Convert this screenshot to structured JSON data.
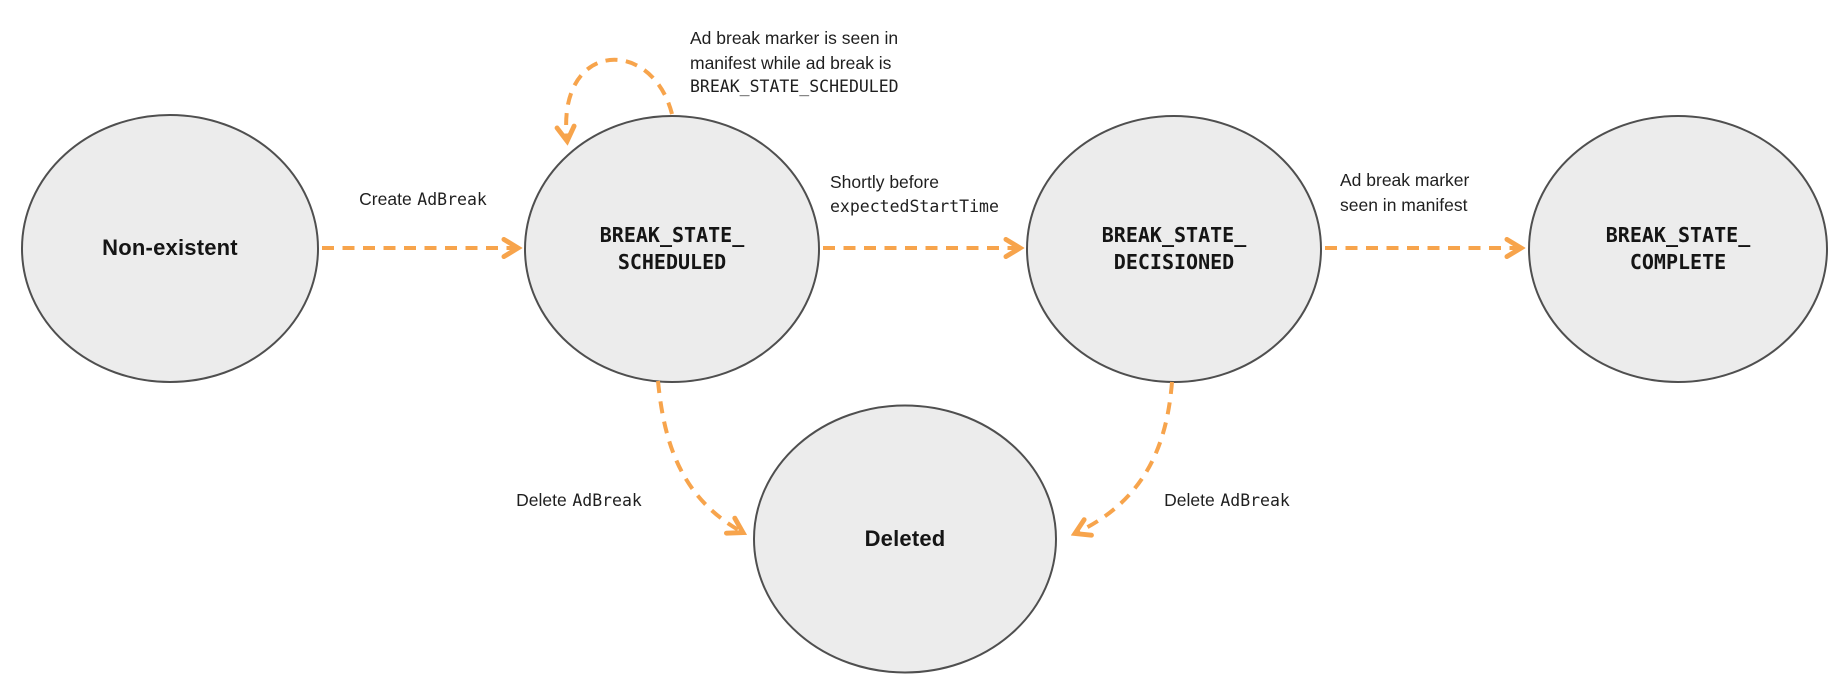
{
  "colors": {
    "arrow": "#F7A44C",
    "state_fill": "#ECECEC",
    "state_stroke": "#4F4F4F",
    "text": "#151515"
  },
  "states": {
    "non_existent": {
      "label": "Non-existent"
    },
    "scheduled": {
      "line1": "BREAK_STATE_",
      "line2": "SCHEDULED"
    },
    "decisioned": {
      "line1": "BREAK_STATE_",
      "line2": "DECISIONED"
    },
    "complete": {
      "line1": "BREAK_STATE_",
      "line2": "COMPLETE"
    },
    "deleted": {
      "label": "Deleted"
    }
  },
  "edges": {
    "create": {
      "text_sans": "Create",
      "text_mono": "AdBreak"
    },
    "self_loop": {
      "line1": "Ad break marker is seen in",
      "line2": "manifest while ad break is",
      "line3_mono": "BREAK_STATE_SCHEDULED"
    },
    "shortly_before": {
      "line1_sans": "Shortly before",
      "line2_mono": "expectedStartTime"
    },
    "marker_seen": {
      "line1": "Ad break marker",
      "line2": "seen in manifest"
    },
    "delete_from_scheduled": {
      "text_sans": "Delete",
      "text_mono": "AdBreak"
    },
    "delete_from_decisioned": {
      "text_sans": "Delete",
      "text_mono": "AdBreak"
    }
  }
}
